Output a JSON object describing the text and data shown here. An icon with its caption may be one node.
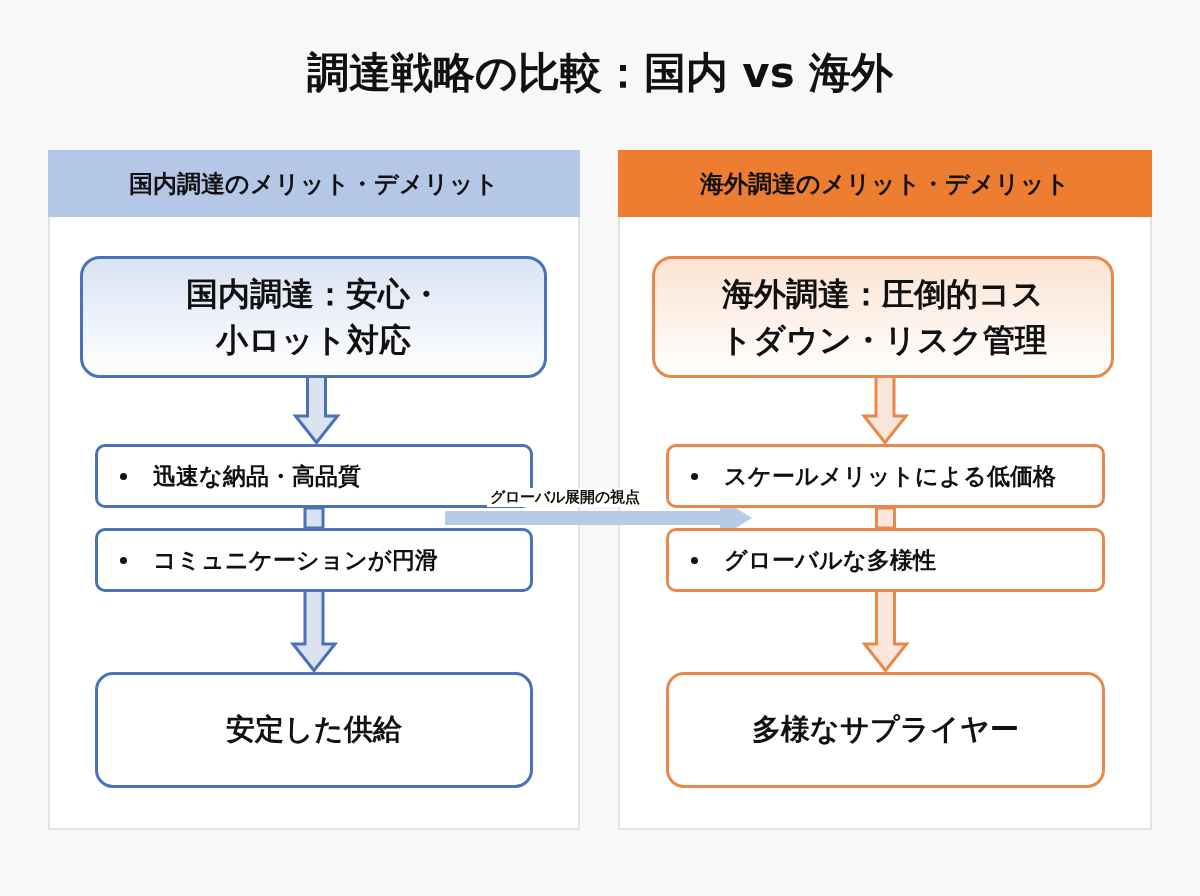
{
  "diagram": {
    "title": "調達戦略の比較：国内 vs 海外",
    "nodes": [
      {
        "text": [
          "国内調達のメリット・デメリット"
        ]
      },
      {
        "text": [
          "国内調達：安心・小ロット対応"
        ],
        "in": 0
      },
      {
        "text": [
          "迅速な納品・高品質"
        ],
        "in": 0
      },
      {
        "text": [
          "コミュニケーションが円滑"
        ],
        "in": 0
      },
      {
        "text": [
          "安定した供給"
        ],
        "in": 0
      },
      {
        "text": [
          "海外調達のメリット・デメリット"
        ]
      },
      {
        "text": [
          "海外調達：圧倒的コストダウン・リスク管理"
        ],
        "in": 5
      },
      {
        "text": [
          "スケールメリットによる低価格"
        ],
        "in": 5
      },
      {
        "text": [
          "グローバルな多様性"
        ],
        "in": 5
      },
      {
        "text": [
          "多様なサプライヤー"
        ],
        "in": 5
      }
    ],
    "edges": [
      {
        "from": 1,
        "to": 2,
        "arrow": "to"
      },
      {
        "from": 2,
        "to": 3,
        "arrow": "none"
      },
      {
        "from": 3,
        "to": 4,
        "arrow": "to"
      },
      {
        "from": 6,
        "to": 7,
        "arrow": "to",
        "color": "#e8894a"
      },
      {
        "from": 7,
        "to": 8,
        "arrow": "none",
        "color": "#e8894a"
      },
      {
        "from": 8,
        "to": 9,
        "arrow": "to",
        "color": "#e8894a"
      },
      {
        "from": 0,
        "to": 5,
        "arrow": "to",
        "label": "グローバル展開の視点",
        "color": "#b7cbe6"
      }
    ]
  }
}
